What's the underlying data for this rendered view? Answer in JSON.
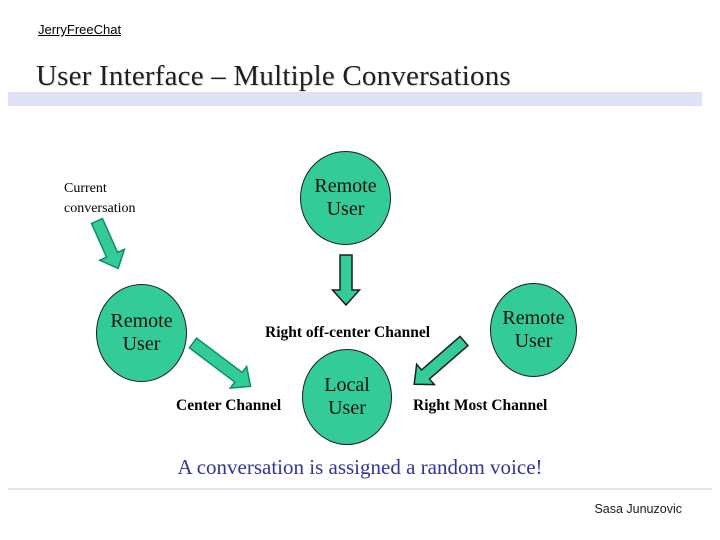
{
  "colors": {
    "node_fill": "#33cc99",
    "node_stroke": "#1d1d1d",
    "arrow_fill": "#33cc99",
    "arrow_stroke_dark": "#1d1d1d",
    "arrow_stroke_green": "#0a8f63",
    "title_bar": "#dfe1f7",
    "footer_accent": "#333399"
  },
  "header": {
    "logo": "JerryFreeChat",
    "title": "User Interface – Multiple Conversations"
  },
  "diagram": {
    "labels": {
      "current_conversation": "Current conversation",
      "right_off_center_channel": "Right off-center Channel",
      "center_channel": "Center Channel",
      "right_most_channel": "Right Most Channel"
    },
    "nodes": {
      "remote_top": "Remote User",
      "remote_left": "Remote User",
      "remote_right": "Remote User",
      "local": "Local User"
    },
    "arrows": [
      {
        "name": "arrow-current-conversation",
        "direction": "down-right"
      },
      {
        "name": "arrow-top-remote-down",
        "direction": "down"
      },
      {
        "name": "arrow-left-remote-to-center-channel",
        "direction": "down-right"
      },
      {
        "name": "arrow-right-remote-to-local",
        "direction": "down-left"
      }
    ]
  },
  "footer": {
    "message": "A conversation is assigned a random voice!",
    "author": "Sasa Junuzovic"
  }
}
